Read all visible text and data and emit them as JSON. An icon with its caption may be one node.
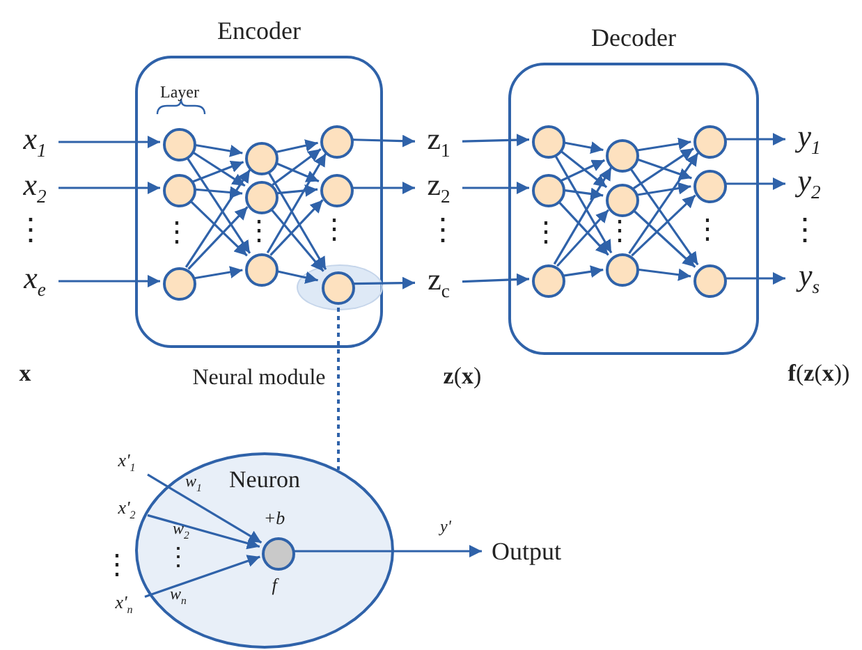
{
  "diagram": {
    "nodes": [
      {
        "text": [
          "Encoder"
        ],
        "beside": [
          "Neural module"
        ]
      },
      {
        "text": [],
        "shape": "circle",
        "in": 0
      },
      {
        "text": [],
        "shape": "circle",
        "in": 0
      },
      {
        "text": [],
        "shape": "circle",
        "in": 0
      },
      {
        "text": [],
        "shape": "circle",
        "in": 0
      },
      {
        "text": [],
        "shape": "circle",
        "in": 0
      },
      {
        "text": [],
        "shape": "circle",
        "in": 0
      },
      {
        "text": [],
        "shape": "circle",
        "in": 0
      },
      {
        "text": [],
        "shape": "circle",
        "in": 0
      },
      {
        "text": [],
        "shape": "ellipse",
        "in": 0
      },
      {
        "text": [],
        "shape": "circle",
        "in": 9
      },
      {
        "text": [
          "x$_{1}$"
        ]
      },
      {
        "text": [
          "x$_{2}$"
        ]
      },
      {
        "text": [
          "x$_{e}$"
        ]
      },
      {
        "text": [
          "z$_{1}$"
        ]
      },
      {
        "text": [
          "z$_{2}$"
        ]
      },
      {
        "text": [
          "z$_{c}$"
        ]
      },
      {
        "text": [
          "Decoder"
        ]
      },
      {
        "text": [],
        "shape": "circle",
        "in": 17
      },
      {
        "text": [],
        "shape": "circle",
        "in": 17
      },
      {
        "text": [],
        "shape": "circle",
        "in": 17
      },
      {
        "text": [],
        "shape": "circle",
        "in": 17
      },
      {
        "text": [],
        "shape": "circle",
        "in": 17
      },
      {
        "text": [],
        "shape": "circle",
        "in": 17
      },
      {
        "text": [],
        "shape": "circle",
        "in": 17
      },
      {
        "text": [],
        "shape": "circle",
        "in": 17
      },
      {
        "text": [],
        "shape": "circle",
        "in": 17
      },
      {
        "text": [
          "y$_{1}$"
        ]
      },
      {
        "text": [
          "y$_{2}$"
        ]
      },
      {
        "text": [
          "y$_{s}$"
        ]
      },
      {
        "text": [
          "Neuron"
        ]
      },
      {
        "text": [],
        "shape": "circle",
        "in": 30,
        "beside": [
          "+b",
          "f"
        ]
      },
      {
        "text": [
          "x'$_{1}$"
        ]
      },
      {
        "text": [
          "x'$_{2}$"
        ]
      },
      {
        "text": [
          "x'$_{n}$"
        ]
      },
      {
        "text": [
          "Output"
        ]
      }
    ],
    "edges": [
      {
        "from": 11,
        "to": 1,
        "arrow": "to"
      },
      {
        "from": 12,
        "to": 2,
        "arrow": "to"
      },
      {
        "from": 13,
        "to": 3,
        "arrow": "to"
      },
      {
        "from": 1,
        "to": 4,
        "arrow": "to"
      },
      {
        "from": 1,
        "to": 5,
        "arrow": "to"
      },
      {
        "from": 1,
        "to": 6,
        "arrow": "to"
      },
      {
        "from": 2,
        "to": 4,
        "arrow": "to"
      },
      {
        "from": 2,
        "to": 5,
        "arrow": "to"
      },
      {
        "from": 2,
        "to": 6,
        "arrow": "to"
      },
      {
        "from": 3,
        "to": 4,
        "arrow": "to"
      },
      {
        "from": 3,
        "to": 5,
        "arrow": "to"
      },
      {
        "from": 3,
        "to": 6,
        "arrow": "to"
      },
      {
        "from": 4,
        "to": 7,
        "arrow": "to"
      },
      {
        "from": 4,
        "to": 8,
        "arrow": "to"
      },
      {
        "from": 4,
        "to": 10,
        "arrow": "to"
      },
      {
        "from": 5,
        "to": 7,
        "arrow": "to"
      },
      {
        "from": 5,
        "to": 8,
        "arrow": "to"
      },
      {
        "from": 5,
        "to": 10,
        "arrow": "to"
      },
      {
        "from": 6,
        "to": 7,
        "arrow": "to"
      },
      {
        "from": 6,
        "to": 8,
        "arrow": "to"
      },
      {
        "from": 6,
        "to": 10,
        "arrow": "to"
      },
      {
        "from": 7,
        "to": 14,
        "arrow": "to"
      },
      {
        "from": 8,
        "to": 15,
        "arrow": "to"
      },
      {
        "from": 10,
        "to": 16,
        "arrow": "to"
      },
      {
        "from": 14,
        "to": 18,
        "arrow": "to"
      },
      {
        "from": 15,
        "to": 19,
        "arrow": "to"
      },
      {
        "from": 16,
        "to": 20,
        "arrow": "to"
      },
      {
        "from": 18,
        "to": 21,
        "arrow": "to"
      },
      {
        "from": 18,
        "to": 22,
        "arrow": "to"
      },
      {
        "from": 18,
        "to": 23,
        "arrow": "to"
      },
      {
        "from": 19,
        "to": 21,
        "arrow": "to"
      },
      {
        "from": 19,
        "to": 22,
        "arrow": "to"
      },
      {
        "from": 19,
        "to": 23,
        "arrow": "to"
      },
      {
        "from": 20,
        "to": 21,
        "arrow": "to"
      },
      {
        "from": 20,
        "to": 22,
        "arrow": "to"
      },
      {
        "from": 20,
        "to": 23,
        "arrow": "to"
      },
      {
        "from": 21,
        "to": 24,
        "arrow": "to"
      },
      {
        "from": 21,
        "to": 25,
        "arrow": "to"
      },
      {
        "from": 21,
        "to": 26,
        "arrow": "to"
      },
      {
        "from": 22,
        "to": 24,
        "arrow": "to"
      },
      {
        "from": 22,
        "to": 25,
        "arrow": "to"
      },
      {
        "from": 22,
        "to": 26,
        "arrow": "to"
      },
      {
        "from": 23,
        "to": 24,
        "arrow": "to"
      },
      {
        "from": 23,
        "to": 25,
        "arrow": "to"
      },
      {
        "from": 23,
        "to": 26,
        "arrow": "to"
      },
      {
        "from": 24,
        "to": 27,
        "arrow": "to"
      },
      {
        "from": 25,
        "to": 28,
        "arrow": "to"
      },
      {
        "from": 26,
        "to": 29,
        "arrow": "to"
      },
      {
        "from": 9,
        "to": 30,
        "arrow": "none",
        "style": "dashed"
      },
      {
        "from": 32,
        "to": 31,
        "arrow": "to",
        "label": "w$_{1}$"
      },
      {
        "from": 33,
        "to": 31,
        "arrow": "to",
        "label": "w$_{2}$"
      },
      {
        "from": 34,
        "to": 31,
        "arrow": "to",
        "label": "w$_{n}$"
      },
      {
        "from": 31,
        "to": 35,
        "arrow": "to",
        "label": "y'"
      }
    ],
    "labels": [
      "Layer",
      "x",
      "**z**(**x**)",
      "**f**(**z**(**x**))",
      "⋮",
      "⋮",
      "⋮",
      "⋮",
      "⋮",
      "⋮",
      "⋮",
      "⋮",
      "⋮",
      "⋮",
      "⋮"
    ]
  }
}
